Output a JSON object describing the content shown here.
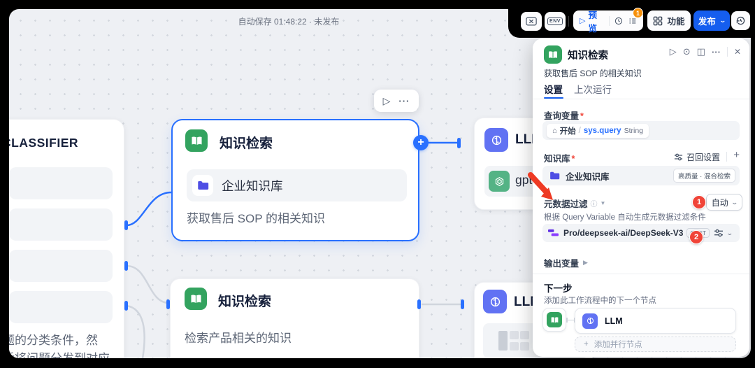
{
  "topbar": {
    "autosave": "自动保存 01:48:22 · 未发布",
    "env_label": "ENV",
    "preview_label": "预览",
    "notification_count": "1",
    "features_label": "功能",
    "publish_label": "发布"
  },
  "canvas": {
    "classifier": {
      "title": "CLASSIFIER",
      "desc_line1": "题的分类条件，然",
      "desc_line2": "后将问题分发到对应"
    },
    "kr1": {
      "title": "知识检索",
      "dataset": "企业知识库",
      "desc": "获取售后 SOP 的相关知识"
    },
    "llm_top": {
      "title": "LLM",
      "model": "gpt-"
    },
    "kr2": {
      "title": "知识检索",
      "desc": "检索产品相关的知识"
    },
    "llm_bottom": {
      "title": "LLM",
      "model_placeholder": "-"
    }
  },
  "panel": {
    "title": "知识检索",
    "description": "获取售后 SOP 的相关知识",
    "tabs": [
      "设置",
      "上次运行"
    ],
    "query_var": {
      "label": "查询变量",
      "node": "开始",
      "separator": "/",
      "variable": "sys.query",
      "type": "String"
    },
    "kb": {
      "label": "知识库",
      "recall_label": "召回设置",
      "add_label": "+",
      "item": "企业知识库",
      "badge": "高质量 · 混合检索"
    },
    "metadata": {
      "label": "元数据过滤",
      "mode": "自动",
      "annotation1": "1",
      "annotation2": "2",
      "hint": "根据 Query Variable 自动生成元数据过滤条件",
      "model": "Pro/deepseek-ai/DeepSeek-V3",
      "model_type": "CHAT"
    },
    "output_label": "输出变量",
    "next_step": {
      "title": "下一步",
      "hint": "添加此工作流程中的下一个节点",
      "node": "LLM",
      "add_parallel": "添加并行节点"
    }
  },
  "colors": {
    "accent_blue": "#155eef",
    "edge_blue": "#2970ff",
    "node_green": "#33a35f",
    "llm_purple": "#6172f3",
    "badge_red": "#f04438",
    "badge_orange": "#f79009",
    "arrow_red": "#ee3a24"
  }
}
